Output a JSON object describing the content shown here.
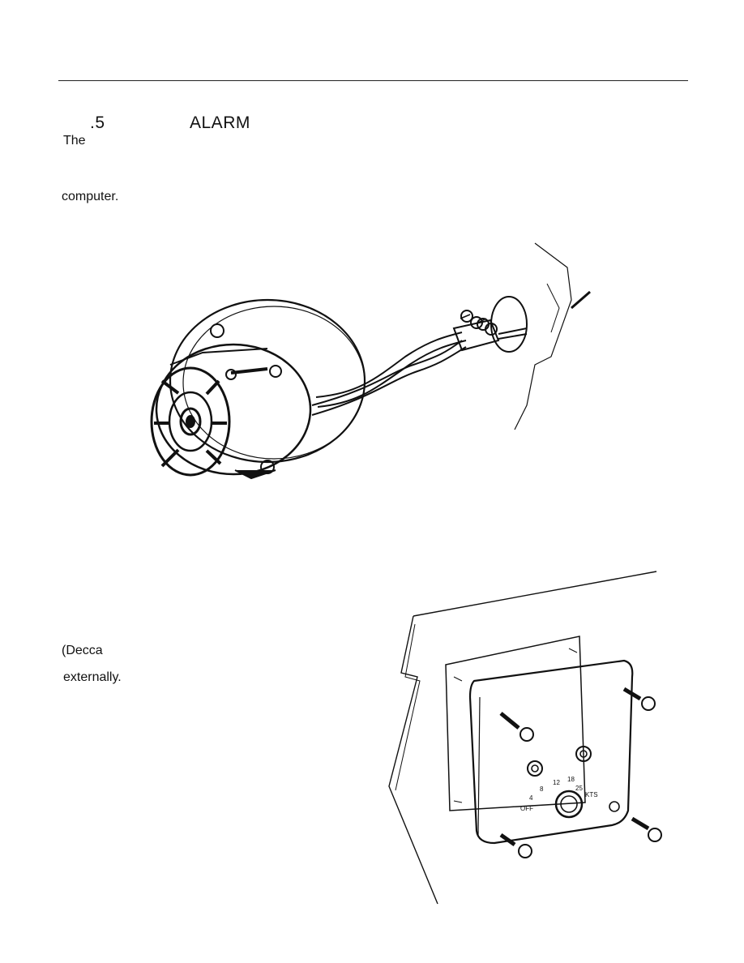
{
  "section": {
    "number": ".5",
    "title": "ALARM"
  },
  "paragraph1": {
    "line1_fragment": "The",
    "line2_fragment": "computer."
  },
  "paragraph2": {
    "line1_fragment": "(Decca",
    "line2_fragment": "externally."
  },
  "control_box": {
    "knob_labels": [
      "OFF",
      "4",
      "8",
      "12",
      "18",
      "25"
    ],
    "knob_unit": "KTS"
  },
  "colors": {
    "ink": "#111111",
    "paper": "#ffffff"
  }
}
